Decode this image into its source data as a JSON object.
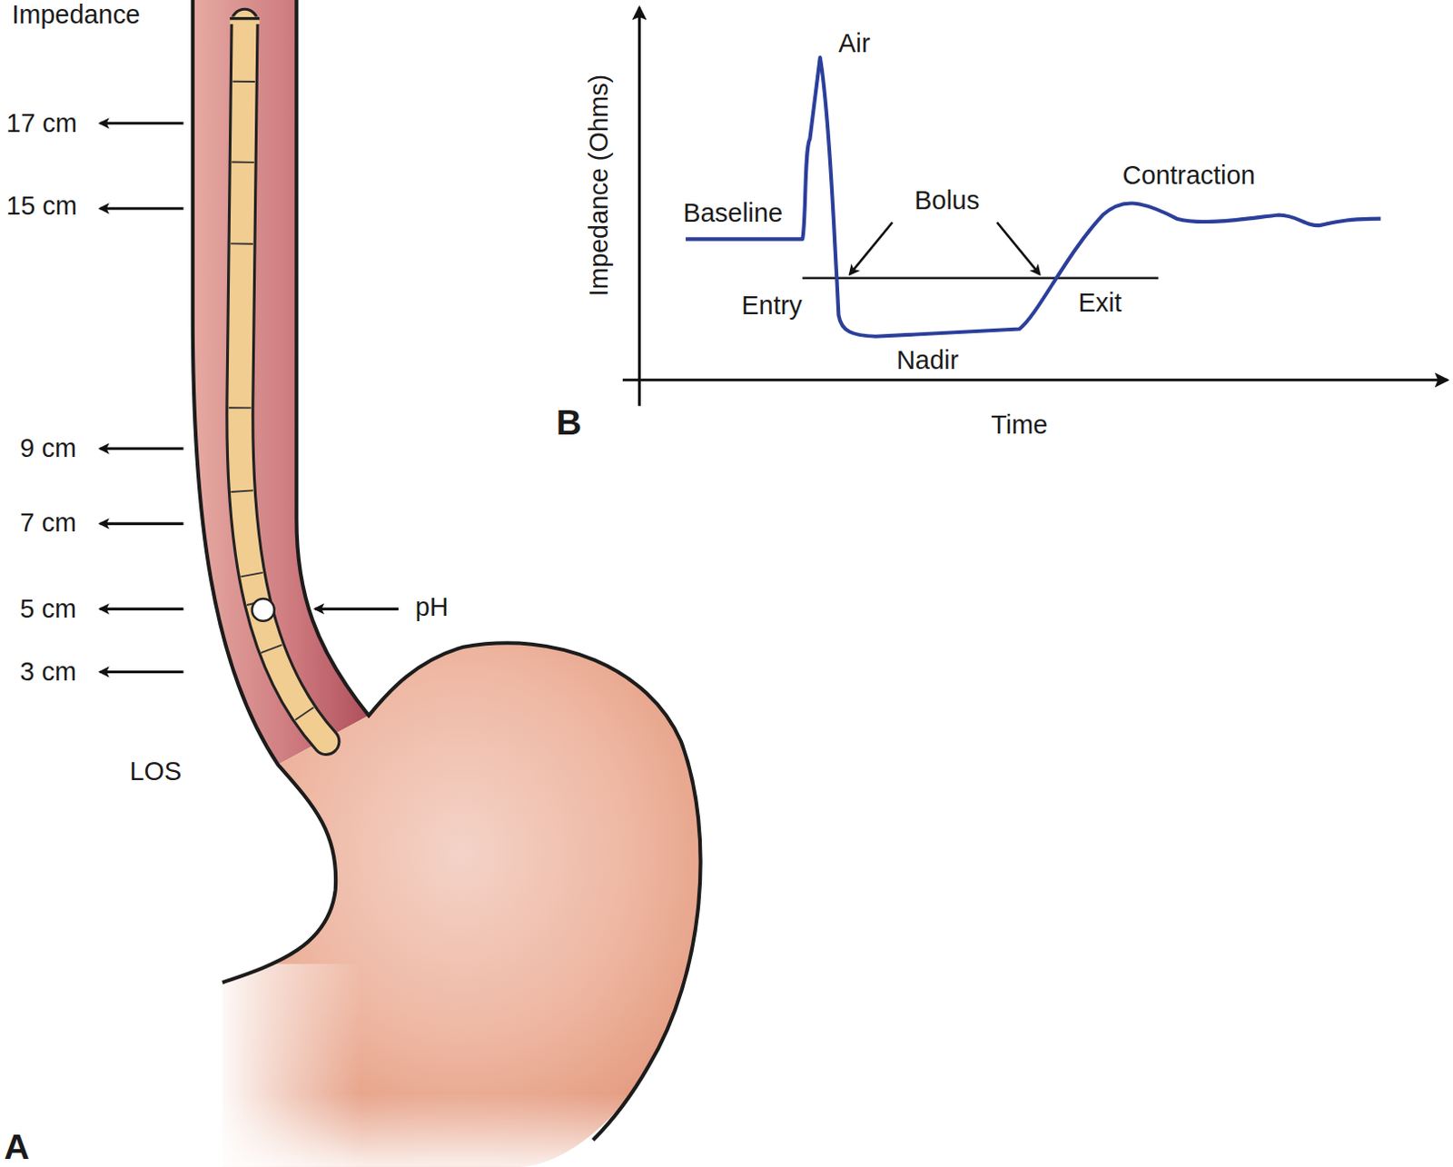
{
  "diagram": {
    "labels": [
      "Impedance",
      "17 cm",
      "15 cm",
      "9 cm",
      "7 cm",
      "5 cm",
      "pH",
      "3 cm",
      "LOS",
      "A",
      "Air",
      "Impedance (Ohms)",
      "Baseline",
      "Bolus",
      "Contraction",
      "Entry",
      "Exit",
      "Nadir",
      "Time",
      "B"
    ]
  }
}
